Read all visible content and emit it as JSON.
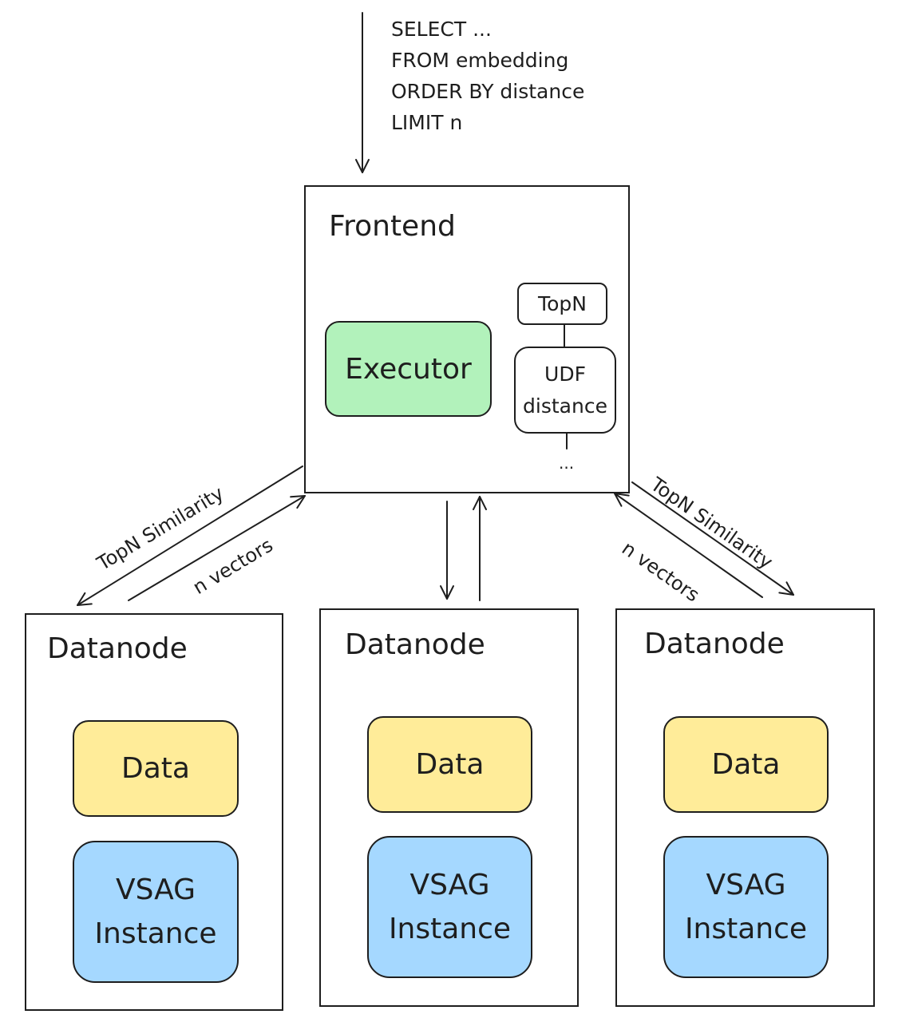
{
  "query": {
    "lines": [
      "SELECT ...",
      "FROM embedding",
      "ORDER BY distance",
      "LIMIT n"
    ]
  },
  "frontend": {
    "title": "Frontend",
    "executor": "Executor",
    "topn": "TopN",
    "udf_line1": "UDF",
    "udf_line2": "distance",
    "ellipsis": "..."
  },
  "edges": {
    "left_request": "TopN Similarity",
    "left_response": "n vectors",
    "right_request": "TopN Similarity",
    "right_response": "n vectors"
  },
  "datanodes": [
    {
      "title": "Datanode",
      "data": "Data",
      "vsag_line1": "VSAG",
      "vsag_line2": "Instance"
    },
    {
      "title": "Datanode",
      "data": "Data",
      "vsag_line1": "VSAG",
      "vsag_line2": "Instance"
    },
    {
      "title": "Datanode",
      "data": "Data",
      "vsag_line1": "VSAG",
      "vsag_line2": "Instance"
    }
  ],
  "colors": {
    "stroke": "#1e1e1e",
    "executor_fill": "#b2f2bb",
    "data_fill": "#ffec99",
    "vsag_fill": "#a5d8ff"
  }
}
